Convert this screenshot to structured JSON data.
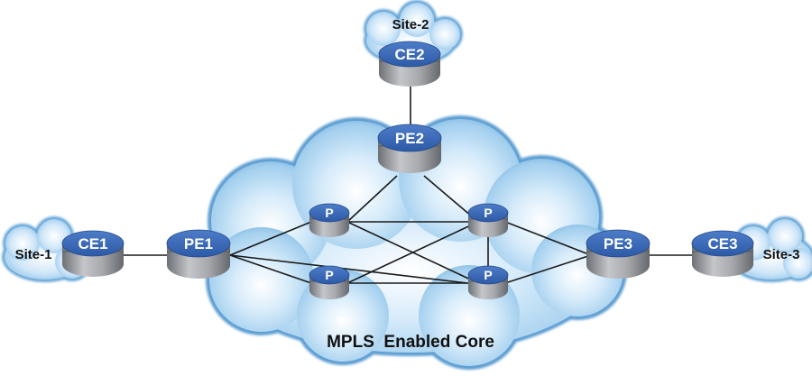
{
  "core": {
    "label": "MPLS  Enabled Core"
  },
  "sites": {
    "site1": "Site-1",
    "site2": "Site-2",
    "site3": "Site-3"
  },
  "routers": {
    "ce1": "CE1",
    "ce2": "CE2",
    "ce3": "CE3",
    "pe1": "PE1",
    "pe2": "PE2",
    "pe3": "PE3",
    "p_top_left": "P",
    "p_bottom_left": "P",
    "p_top_right": "P",
    "p_bottom_right": "P"
  },
  "colors": {
    "router_top": "#3a67b4",
    "router_body": "#8e9196",
    "cloud_fill": "#a9d4f2",
    "cloud_edge": "#5e9fd3",
    "link": "#1a1a1a"
  }
}
